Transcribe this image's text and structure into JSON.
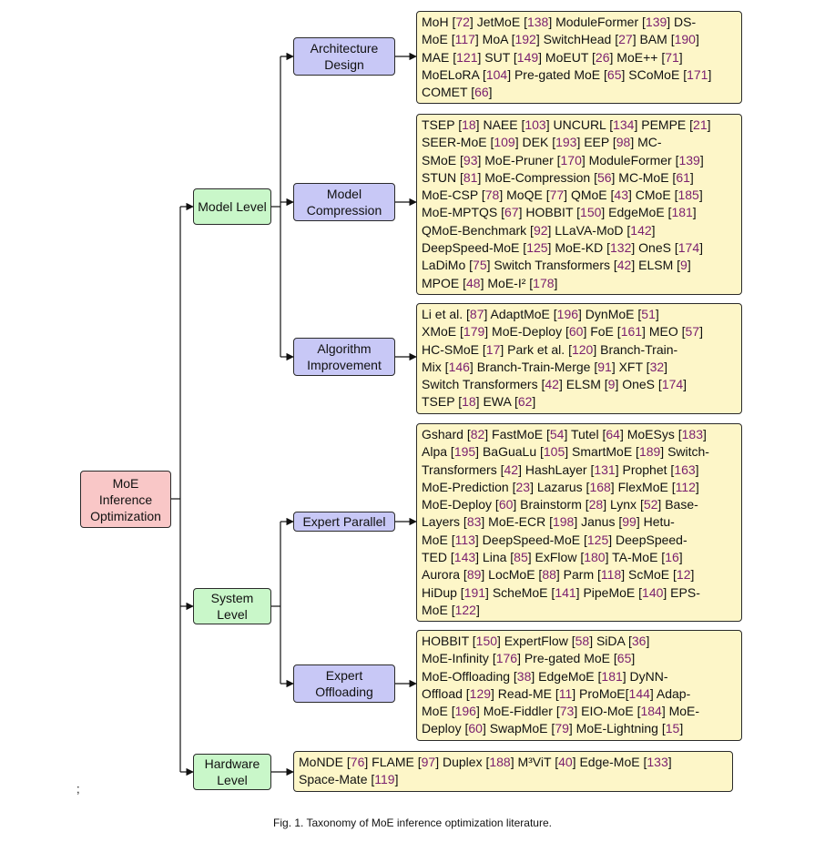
{
  "root": {
    "label": "MoE Inference Optimization"
  },
  "levels": {
    "model": {
      "label": "Model Level",
      "children": {
        "architecture": {
          "label": "Architecture Design",
          "lines": [
            "MoH [72] JetMoE [138] ModuleFormer [139] DS-",
            "MoE [117] MoA [192] SwitchHead [27] BAM [190]",
            "MAE [121] SUT [149] MoEUT [26] MoE++ [71]",
            "MoELoRA [104] Pre-gated MoE [65] SCoMoE [171]",
            "COMET [66]"
          ]
        },
        "compression": {
          "label": "Model Compression",
          "lines": [
            "TSEP [18] NAEE [103] UNCURL [134] PEMPE [21]",
            "SEER-MoE [109] DEK [193] EEP [98] MC-",
            "SMoE [93] MoE-Pruner [170] ModuleFormer [139]",
            "STUN [81] MoE-Compression [56] MC-MoE [61]",
            "MoE-CSP [78] MoQE [77] QMoE [43] CMoE [185]",
            "MoE-MPTQS [67] HOBBIT [150] EdgeMoE [181]",
            "QMoE-Benchmark [92] LLaVA-MoD [142]",
            "DeepSpeed-MoE [125] MoE-KD [132] OneS [174]",
            "LaDiMo [75] Switch Transformers [42] ELSM [9]",
            "MPOE [48] MoE-I² [178]"
          ]
        },
        "algorithm": {
          "label": "Algorithm Improvement",
          "lines": [
            "Li et al. [87] AdaptMoE [196] DynMoE [51]",
            "XMoE [179] MoE-Deploy [60] FoE [161] MEO [57]",
            "HC-SMoE [17] Park et al. [120] Branch-Train-",
            "Mix [146] Branch-Train-Merge [91] XFT [32]",
            "Switch Transformers [42] ELSM [9] OneS [174]",
            "TSEP [18] EWA [62]"
          ]
        }
      }
    },
    "system": {
      "label": "System Level",
      "children": {
        "parallel": {
          "label": "Expert Parallel",
          "lines": [
            "Gshard [82] FastMoE [54] Tutel [64] MoESys [183]",
            "Alpa [195] BaGuaLu [105] SmartMoE [189] Switch-",
            "Transformers [42] HashLayer [131] Prophet [163]",
            "MoE-Prediction [23] Lazarus [168] FlexMoE [112]",
            "MoE-Deploy [60] Brainstorm [28] Lynx [52] Base-",
            "Layers [83] MoE-ECR [198] Janus [99] Hetu-",
            "MoE [113] DeepSpeed-MoE [125] DeepSpeed-",
            "TED [143] Lina [85] ExFlow [180] TA-MoE [16]",
            "Aurora [89] LocMoE [88] Parm [118] ScMoE [12]",
            "HiDup [191] ScheMoE [141] PipeMoE [140] EPS-",
            "MoE [122]"
          ]
        },
        "offloading": {
          "label": "Expert Offloading",
          "lines": [
            "HOBBIT [150] ExpertFlow [58] SiDA [36]",
            "MoE-Infinity [176] Pre-gated MoE [65]",
            "MoE-Offloading [38] EdgeMoE [181] DyNN-",
            "Offload [129] Read-ME [11] ProMoE[144] Adap-",
            "MoE [196] MoE-Fiddler [73] EIO-MoE [184] MoE-",
            "Deploy [60] SwapMoE [79] MoE-Lightning [15]"
          ]
        }
      }
    },
    "hardware": {
      "label": "Hardware Level",
      "lines": [
        "MoNDE [76] FLAME [97] Duplex [188] M³ViT [40] Edge-MoE [133]",
        "Space-Mate [119]"
      ]
    }
  },
  "stray_mark": ";",
  "caption": "Fig. 1. Taxonomy of MoE inference optimization literature."
}
